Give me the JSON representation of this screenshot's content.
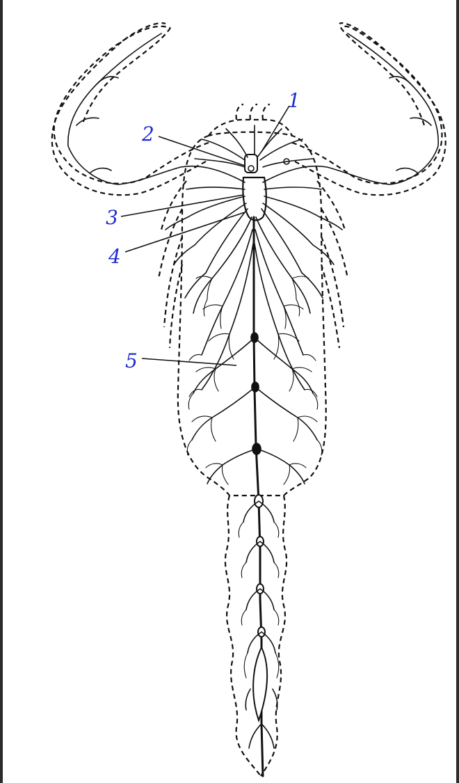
{
  "diagram": {
    "callouts": [
      {
        "id": "1",
        "label": "1"
      },
      {
        "id": "2",
        "label": "2"
      },
      {
        "id": "3",
        "label": "3"
      },
      {
        "id": "4",
        "label": "4"
      },
      {
        "id": "5",
        "label": "5"
      }
    ],
    "callout_color": "#1f2bd1",
    "line_color": "#111111",
    "background_color": "#ffffff",
    "frame_color": "#2b2b2b"
  }
}
